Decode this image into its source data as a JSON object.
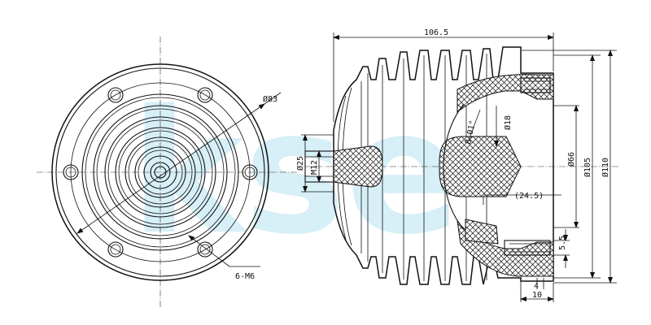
{
  "drawing": {
    "front_view": {
      "labels": {
        "pitch_dia": "Ø83",
        "bolt_holes": "6-M6"
      }
    },
    "section_view": {
      "labels": {
        "overall_length": "106.5",
        "dia_25": "Ø25",
        "thread_m12": "M12",
        "dia_18": "Ø18",
        "angle": "8.01°",
        "dia_66": "Ø66",
        "dia_105": "Ø105",
        "dia_110": "Ø110",
        "depth_24_5": "(24.5)",
        "dim_5_5": "5.5",
        "dim_4": "4",
        "dim_10": "10"
      }
    },
    "watermark": "kse"
  }
}
